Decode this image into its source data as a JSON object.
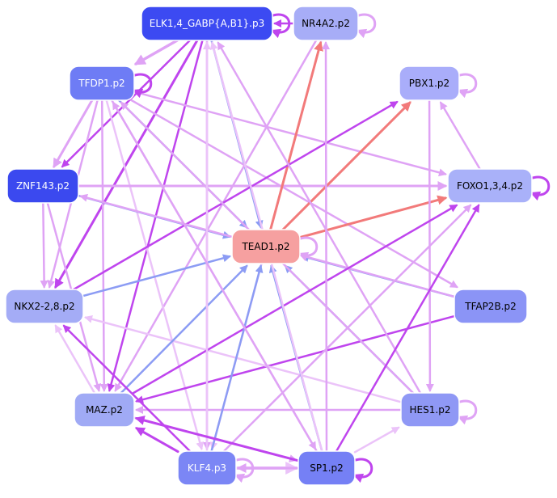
{
  "colors": {
    "pink": "#dfa3f5",
    "pinkLight": "#ebc3f9",
    "purple": "#bf45ee",
    "blue": "#8c9cf4",
    "red": "#f27a7a",
    "redNode": "#f6a0a0",
    "nodeStroke": "#ffffff"
  },
  "nodes": [
    {
      "id": "elk",
      "label": "ELK1,4_GABP{A,B1}.p3",
      "fill": "#3c4af2",
      "text": "#ffffff"
    },
    {
      "id": "nr4a2",
      "label": "NR4A2.p2",
      "fill": "#a7adf7",
      "text": "#000000"
    },
    {
      "id": "tfdp1",
      "label": "TFDP1.p2",
      "fill": "#6e7cf5",
      "text": "#ffffff"
    },
    {
      "id": "pbx1",
      "label": "PBX1.p2",
      "fill": "#a9adfa",
      "text": "#000000"
    },
    {
      "id": "znf143",
      "label": "ZNF143.p2",
      "fill": "#3b49ef",
      "text": "#ffffff"
    },
    {
      "id": "foxo",
      "label": "FOXO1,3,4.p2",
      "fill": "#a9b1f9",
      "text": "#000000"
    },
    {
      "id": "tead1",
      "label": "TEAD1.p2",
      "fill": "#f6a0a0",
      "text": "#000000"
    },
    {
      "id": "nkx",
      "label": "NKX2-2,8.p2",
      "fill": "#a4acf6",
      "text": "#000000"
    },
    {
      "id": "tfap2b",
      "label": "TFAP2B.p2",
      "fill": "#8b94f6",
      "text": "#000000"
    },
    {
      "id": "maz",
      "label": "MAZ.p2",
      "fill": "#a0aaf5",
      "text": "#000000"
    },
    {
      "id": "hes1",
      "label": "HES1.p2",
      "fill": "#8f98f5",
      "text": "#000000"
    },
    {
      "id": "klf4",
      "label": "KLF4.p3",
      "fill": "#7b86f5",
      "text": "#ffffff"
    },
    {
      "id": "sp1",
      "label": "SP1.p2",
      "fill": "#7580f5",
      "text": "#000000"
    }
  ],
  "edges": [
    {
      "from": "elk",
      "to": "tfdp1",
      "color": "pink",
      "width": 3.5
    },
    {
      "from": "elk",
      "to": "znf143",
      "color": "purple",
      "width": 2.5
    },
    {
      "from": "elk",
      "to": "nkx",
      "color": "purple",
      "width": 3
    },
    {
      "from": "elk",
      "to": "tead1",
      "color": "blue",
      "width": 2.5
    },
    {
      "from": "elk",
      "to": "maz",
      "color": "purple",
      "width": 2.5
    },
    {
      "from": "elk",
      "to": "klf4",
      "color": "pink",
      "width": 2.5
    },
    {
      "from": "nr4a2",
      "to": "elk",
      "color": "purple",
      "width": 2.5
    },
    {
      "from": "nr4a2",
      "to": "maz",
      "color": "pink",
      "width": 2.5
    },
    {
      "from": "nr4a2",
      "to": "klf4",
      "color": "pinkLight",
      "width": 2.5
    },
    {
      "from": "tfdp1",
      "to": "znf143",
      "color": "pink",
      "width": 3
    },
    {
      "from": "tfdp1",
      "to": "tead1",
      "color": "blue",
      "width": 2.5
    },
    {
      "from": "tfdp1",
      "to": "nkx",
      "color": "pink",
      "width": 2.5
    },
    {
      "from": "tfdp1",
      "to": "maz",
      "color": "pink",
      "width": 2.5
    },
    {
      "from": "tfdp1",
      "to": "foxo",
      "color": "pink",
      "width": 2.5
    },
    {
      "from": "tfdp1",
      "to": "tfap2b",
      "color": "pink",
      "width": 2.5
    },
    {
      "from": "tfdp1",
      "to": "sp1",
      "color": "pink",
      "width": 2.5
    },
    {
      "from": "tfdp1",
      "to": "klf4",
      "color": "pinkLight",
      "width": 2.5
    },
    {
      "from": "znf143",
      "to": "foxo",
      "color": "pink",
      "width": 3
    },
    {
      "from": "znf143",
      "to": "tead1",
      "color": "blue",
      "width": 2.5
    },
    {
      "from": "znf143",
      "to": "nkx",
      "color": "pink",
      "width": 2.5
    },
    {
      "from": "znf143",
      "to": "maz",
      "color": "pink",
      "width": 2.5
    },
    {
      "from": "tead1",
      "to": "nr4a2",
      "color": "red",
      "width": 3
    },
    {
      "from": "tead1",
      "to": "pbx1",
      "color": "red",
      "width": 3
    },
    {
      "from": "tead1",
      "to": "foxo",
      "color": "red",
      "width": 3
    },
    {
      "from": "nkx",
      "to": "tead1",
      "color": "blue",
      "width": 2.5
    },
    {
      "from": "nkx",
      "to": "pbx1",
      "color": "purple",
      "width": 2.5
    },
    {
      "from": "tfap2b",
      "to": "tead1",
      "color": "blue",
      "width": 2.5
    },
    {
      "from": "tfap2b",
      "to": "znf143",
      "color": "pink",
      "width": 2.5
    },
    {
      "from": "tfap2b",
      "to": "maz",
      "color": "purple",
      "width": 2.5
    },
    {
      "from": "pbx1",
      "to": "hes1",
      "color": "pink",
      "width": 2.5
    },
    {
      "from": "foxo",
      "to": "pbx1",
      "color": "pink",
      "width": 2.5
    },
    {
      "from": "hes1",
      "to": "tead1",
      "color": "blue",
      "width": 2.5
    },
    {
      "from": "hes1",
      "to": "elk",
      "color": "pink",
      "width": 2.5
    },
    {
      "from": "hes1",
      "to": "tfdp1",
      "color": "pink",
      "width": 2.5
    },
    {
      "from": "hes1",
      "to": "nkx",
      "color": "pinkLight",
      "width": 2.5
    },
    {
      "from": "hes1",
      "to": "maz",
      "color": "pink",
      "width": 2.5
    },
    {
      "from": "maz",
      "to": "tead1",
      "color": "blue",
      "width": 2.5
    },
    {
      "from": "maz",
      "to": "foxo",
      "color": "purple",
      "width": 2.5
    },
    {
      "from": "maz",
      "to": "nkx",
      "color": "pinkLight",
      "width": 2.5
    },
    {
      "from": "maz",
      "to": "sp1",
      "color": "pink",
      "width": 2.5
    },
    {
      "from": "klf4",
      "to": "tead1",
      "color": "blue",
      "width": 2.5
    },
    {
      "from": "klf4",
      "to": "maz",
      "color": "purple",
      "width": 3
    },
    {
      "from": "klf4",
      "to": "nkx",
      "color": "purple",
      "width": 2.5
    },
    {
      "from": "klf4",
      "to": "sp1",
      "color": "pinkLight",
      "width": 4
    },
    {
      "from": "klf4",
      "to": "foxo",
      "color": "pink",
      "width": 2.5
    },
    {
      "from": "klf4",
      "to": "elk",
      "color": "pinkLight",
      "width": 2.5
    },
    {
      "from": "sp1",
      "to": "tead1",
      "color": "blue",
      "width": 2.5
    },
    {
      "from": "sp1",
      "to": "maz",
      "color": "purple",
      "width": 3
    },
    {
      "from": "sp1",
      "to": "klf4",
      "color": "pink",
      "width": 3
    },
    {
      "from": "sp1",
      "to": "hes1",
      "color": "pinkLight",
      "width": 2.5
    },
    {
      "from": "sp1",
      "to": "foxo",
      "color": "purple",
      "width": 2.5
    },
    {
      "from": "sp1",
      "to": "elk",
      "color": "pinkLight",
      "width": 2.5
    },
    {
      "from": "sp1",
      "to": "tfdp1",
      "color": "pink",
      "width": 2.5
    },
    {
      "from": "sp1",
      "to": "nr4a2",
      "color": "pink",
      "width": 2.5
    }
  ],
  "selfLoops": [
    {
      "node": "elk",
      "color": "purple"
    },
    {
      "node": "nr4a2",
      "color": "pink"
    },
    {
      "node": "tfdp1",
      "color": "purple"
    },
    {
      "node": "pbx1",
      "color": "pink"
    },
    {
      "node": "foxo",
      "color": "purple"
    },
    {
      "node": "tead1",
      "color": "pink"
    },
    {
      "node": "hes1",
      "color": "pink"
    },
    {
      "node": "klf4",
      "color": "pink"
    },
    {
      "node": "sp1",
      "color": "purple"
    }
  ]
}
